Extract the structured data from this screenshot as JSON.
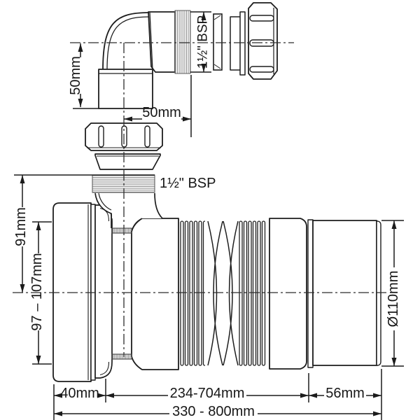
{
  "diagram": {
    "kind": "technical line drawing",
    "background_color": "#ffffff",
    "line_color": "#1d1d1d",
    "thread_color": "#8a8a8a"
  },
  "labels": {
    "elbow_inlet_depth": "50mm",
    "elbow_outlet_length": "50mm",
    "elbow_thread_size": "1½\" BSP",
    "inlet_thread_size": "1½\" BSP",
    "centre_to_thread_top": "91mm",
    "inlet_seal_range": "97 – 107mm",
    "pan_end_length": "40mm",
    "flexible_length_range": "234-704mm",
    "spigot_length": "56mm",
    "overall_length_range": "330 - 800mm",
    "outlet_diameter": "Ø110mm"
  }
}
